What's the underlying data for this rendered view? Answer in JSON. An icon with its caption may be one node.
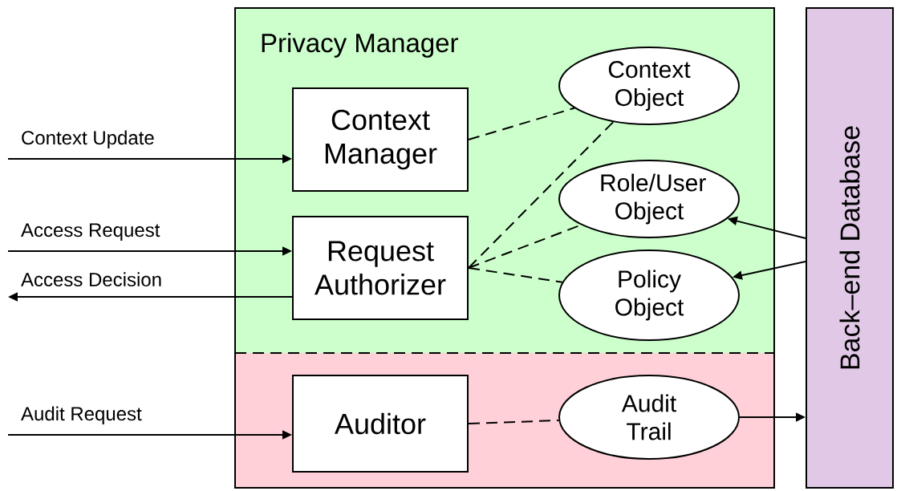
{
  "diagram": {
    "nodes": [
      {
        "text": [
          "Privacy Manager"
        ]
      },
      {
        "text": [],
        "shape": "box"
      },
      {
        "text": [
          "Context Manager"
        ],
        "in": 0
      },
      {
        "text": [
          "Request Authorizer"
        ],
        "in": 0
      },
      {
        "text": [
          "Context Object"
        ],
        "in": 0
      },
      {
        "text": [
          "Role/User Object"
        ],
        "in": 0
      },
      {
        "text": [
          "Policy Object"
        ],
        "in": 0
      },
      {
        "text": [
          "Auditor"
        ],
        "in": 1
      },
      {
        "text": [
          "Audit Trail"
        ],
        "in": 1
      },
      {
        "text": [
          "Back–end Database"
        ]
      }
    ],
    "edges": [
      {
        "from": null,
        "to": 2,
        "arrow": "to",
        "label": "Context Update"
      },
      {
        "from": null,
        "to": 3,
        "arrow": "to",
        "label": "Access Request"
      },
      {
        "from": 3,
        "to": null,
        "arrow": "to",
        "label": "Access Decision"
      },
      {
        "from": null,
        "to": 7,
        "arrow": "to",
        "label": "Audit Request"
      },
      {
        "from": 2,
        "to": 4,
        "arrow": "none",
        "style": "dashed"
      },
      {
        "from": 3,
        "to": 4,
        "arrow": "none",
        "style": "dashed"
      },
      {
        "from": 3,
        "to": 5,
        "arrow": "none",
        "style": "dashed"
      },
      {
        "from": 3,
        "to": 6,
        "arrow": "none",
        "style": "dashed"
      },
      {
        "from": 9,
        "to": 5,
        "arrow": "to"
      },
      {
        "from": 9,
        "to": 6,
        "arrow": "to"
      },
      {
        "from": 7,
        "to": 8,
        "arrow": "none",
        "style": "dashed"
      },
      {
        "from": 8,
        "to": 9,
        "arrow": "to"
      }
    ]
  }
}
